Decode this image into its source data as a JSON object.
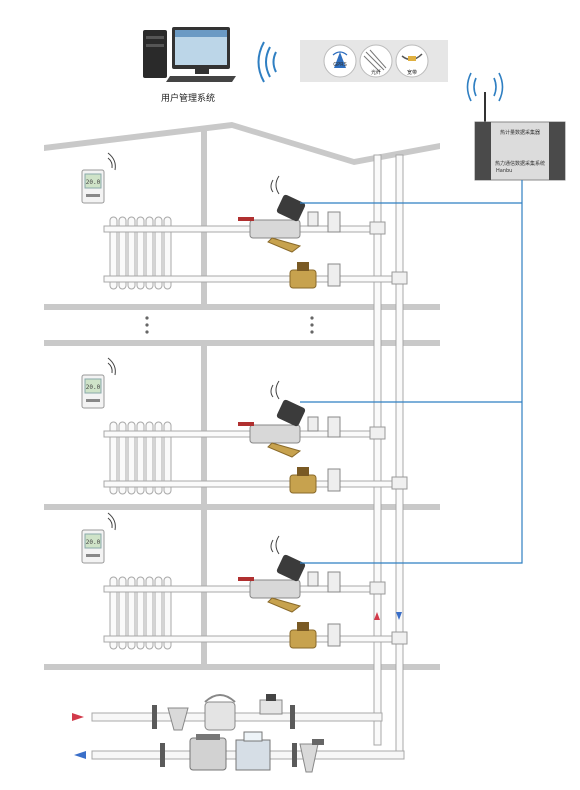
{
  "system": {
    "caption": "用户管理系统",
    "network_icons": [
      {
        "name": "gprs",
        "label": "GPRS"
      },
      {
        "name": "fiber",
        "label": "光纤"
      },
      {
        "name": "broadband",
        "label": "宽带"
      }
    ]
  },
  "controller": {
    "brand": "Hanbu",
    "title_line": "热计量数据采集器",
    "sub_line": "热力通信数据采集系统"
  },
  "thermostat": {
    "reading": "20.0"
  },
  "floors": [
    {
      "name": "floor-top"
    },
    {
      "name": "floor-middle"
    },
    {
      "name": "floor-bottom"
    }
  ],
  "colors": {
    "wall": "#c9c9c9",
    "signal": "#2f7fc2",
    "supply_arrow": "#d23a4a",
    "return_arrow": "#3a6fc9",
    "brass": "#c7a24e",
    "valve_dark": "#3b3b3b",
    "pipe_stroke": "#a8a8a8"
  },
  "icons": [
    "computer-icon",
    "wifi-icon",
    "gprs-icon",
    "fiber-icon",
    "broadband-icon",
    "antenna-icon",
    "thermostat-icon",
    "radiator-icon",
    "balancing-valve-icon",
    "brass-valve-icon",
    "flow-meter-icon"
  ]
}
